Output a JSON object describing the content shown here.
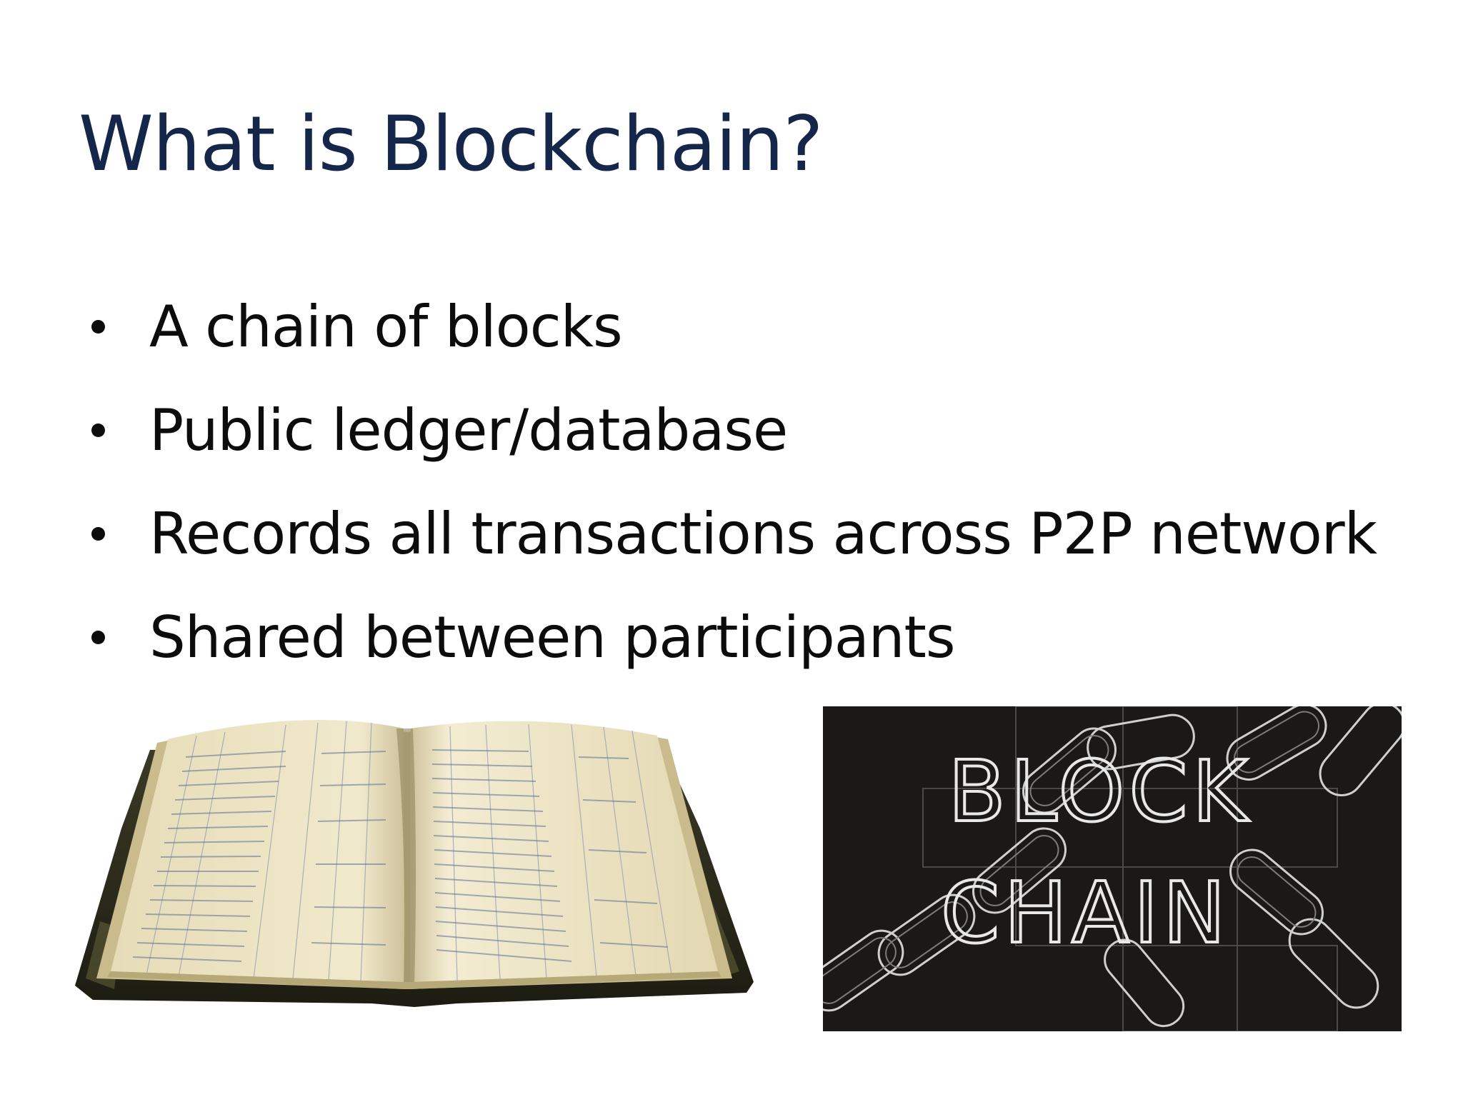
{
  "slide": {
    "title": "What is Blockchain?",
    "bullets": [
      "A chain of blocks",
      "Public ledger/database",
      "Records all transactions across P2P network",
      "Shared between participants"
    ]
  },
  "images": {
    "left": {
      "icon": "open-ledger-book-icon"
    },
    "right": {
      "icon": "blockchain-chain-icon",
      "lettering": [
        "BLOCK",
        "CHAIN"
      ]
    }
  },
  "colors": {
    "title": "#14264a",
    "text": "#0c0c0c",
    "background": "#ffffff",
    "image_dark": "#1a1918"
  }
}
